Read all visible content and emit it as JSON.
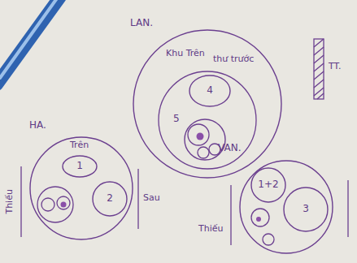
{
  "diagram": {
    "nodes": [
      {
        "text": [
          "LAN."
        ]
      },
      {
        "text": [
          "4"
        ],
        "in": 0
      },
      {
        "text": [
          "5"
        ],
        "in": 0
      },
      {
        "text": [
          "HA."
        ]
      },
      {
        "text": [
          "1"
        ],
        "in": 3
      },
      {
        "text": [
          "2"
        ],
        "in": 3
      },
      {
        "text": [
          "VAN."
        ]
      },
      {
        "text": [
          "1+2"
        ],
        "in": 6
      },
      {
        "text": [
          "3"
        ],
        "in": 6
      }
    ],
    "labels": [
      "Khu Trên",
      "thư trước",
      "TT.",
      "Trên",
      "Thiếu",
      "Sau",
      "Thiếu"
    ]
  }
}
